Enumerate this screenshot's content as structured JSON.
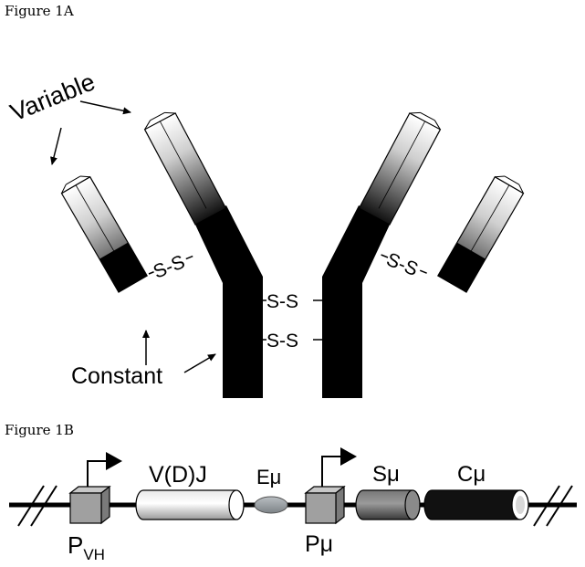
{
  "figure_a": {
    "label": "Figure 1A",
    "variable_label": "Variable",
    "constant_label": "Constant",
    "disulfide_label": "S-S"
  },
  "figure_b": {
    "label": "Figure 1B",
    "segments": {
      "vdj": "V(D)J",
      "e_mu": "Eμ",
      "s_mu": "Sμ",
      "c_mu": "Cμ"
    },
    "promoters": {
      "p_vh_main": "P",
      "p_vh_sub": "VH",
      "p_mu": "Pμ"
    }
  },
  "colors": {
    "heavy_chain": "#000000",
    "e_mu": "#9aa0a4",
    "s_mu": "#5a5a5a",
    "c_mu": "#111111",
    "promoter_box": "#9a9a9a"
  },
  "icons": [
    "arrow-icon",
    "transcription-start-arrow-icon",
    "break-mark-icon"
  ]
}
